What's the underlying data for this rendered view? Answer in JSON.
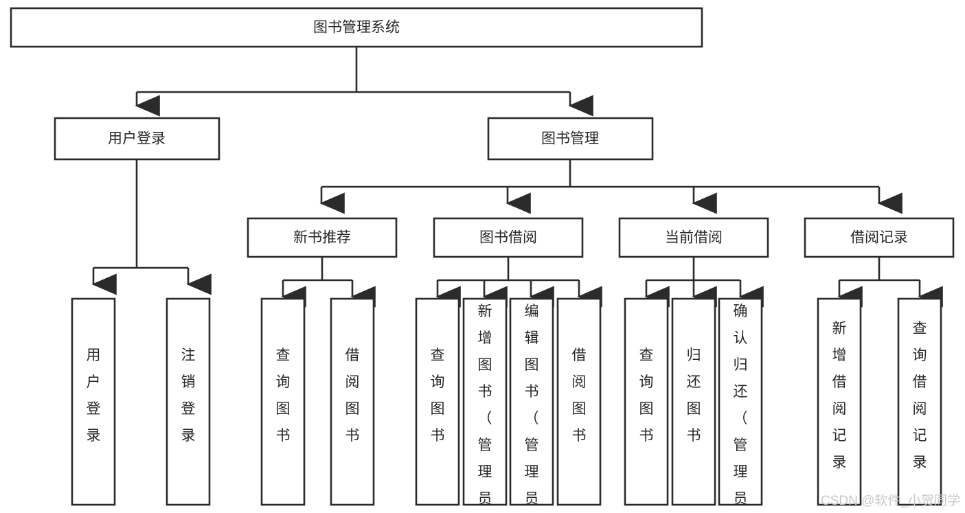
{
  "diagram": {
    "type": "tree",
    "title": "图书管理系统",
    "orientation": "top-down",
    "colors": {
      "box_stroke": "#2b2b2b",
      "box_fill": "#ffffff",
      "text": "#262626",
      "connector": "#2b2b2b",
      "watermark": "#c8c8c8",
      "background": "#ffffff"
    },
    "root": {
      "label": "图书管理系统"
    },
    "level2": [
      {
        "label": "用户登录"
      },
      {
        "label": "图书管理"
      }
    ],
    "level3": [
      {
        "label": "新书推荐"
      },
      {
        "label": "图书借阅"
      },
      {
        "label": "当前借阅"
      },
      {
        "label": "借阅记录"
      }
    ],
    "leaves": {
      "user_login": [
        {
          "label": "用户登录"
        },
        {
          "label": "注销登录"
        }
      ],
      "new_book_recommend": [
        {
          "label": "查询图书"
        },
        {
          "label": "借阅图书"
        }
      ],
      "book_borrow": [
        {
          "label": "查询图书"
        },
        {
          "label": "新增图书（管理员）"
        },
        {
          "label": "编辑图书（管理员）"
        },
        {
          "label": "借阅图书"
        }
      ],
      "current_borrow": [
        {
          "label": "查询图书"
        },
        {
          "label": "归还图书"
        },
        {
          "label": "确认归还（管理员）"
        }
      ],
      "borrow_record": [
        {
          "label": "新增借阅记录"
        },
        {
          "label": "查询借阅记录"
        }
      ]
    }
  },
  "watermark": {
    "text": "CSDN @软件_小贺同学"
  }
}
